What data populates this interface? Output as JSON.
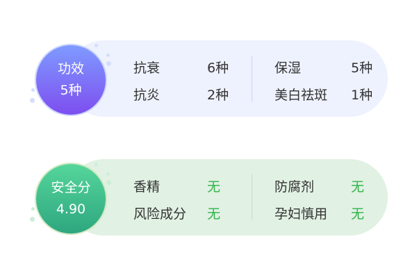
{
  "efficacy": {
    "title": "功效",
    "count": "5种",
    "items": [
      {
        "label": "抗衰",
        "value": "6种"
      },
      {
        "label": "保湿",
        "value": "5种"
      },
      {
        "label": "抗炎",
        "value": "2种"
      },
      {
        "label": "美白祛斑",
        "value": "1种"
      }
    ]
  },
  "safety": {
    "title": "安全分",
    "score": "4.90",
    "items": [
      {
        "label": "香精",
        "value": "无"
      },
      {
        "label": "防腐剂",
        "value": "无"
      },
      {
        "label": "风险成分",
        "value": "无"
      },
      {
        "label": "孕妇慎用",
        "value": "无"
      }
    ]
  },
  "colors": {
    "purple": "#7d4ef0",
    "green": "#2fb24a"
  }
}
